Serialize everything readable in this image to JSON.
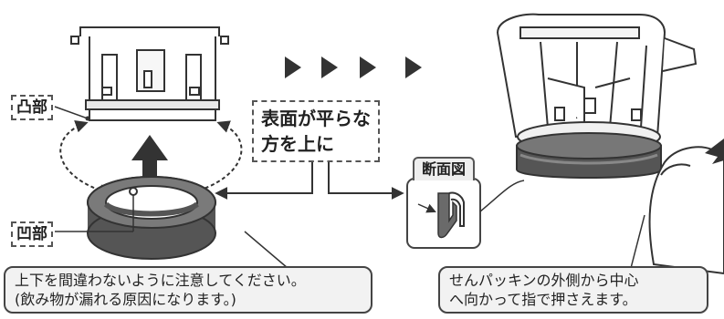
{
  "labels": {
    "protrusion": "凸部",
    "recess": "凹部",
    "flat_surface_line1": "表面が平らな",
    "flat_surface_line2": "方を上に",
    "cross_section": "断面図"
  },
  "notes": {
    "left_line1": "上下を間違わないように注意してください。",
    "left_line2": "(飲み物が漏れる原因になります。)",
    "right_line1": "せんパッキンの外側から中心",
    "right_line2": "へ向かって指で押さえます。"
  },
  "colors": {
    "line": "#333333",
    "gasket_dark": "#555555",
    "gasket_mid": "#777777",
    "highlight_fill": "#eeeeee"
  }
}
